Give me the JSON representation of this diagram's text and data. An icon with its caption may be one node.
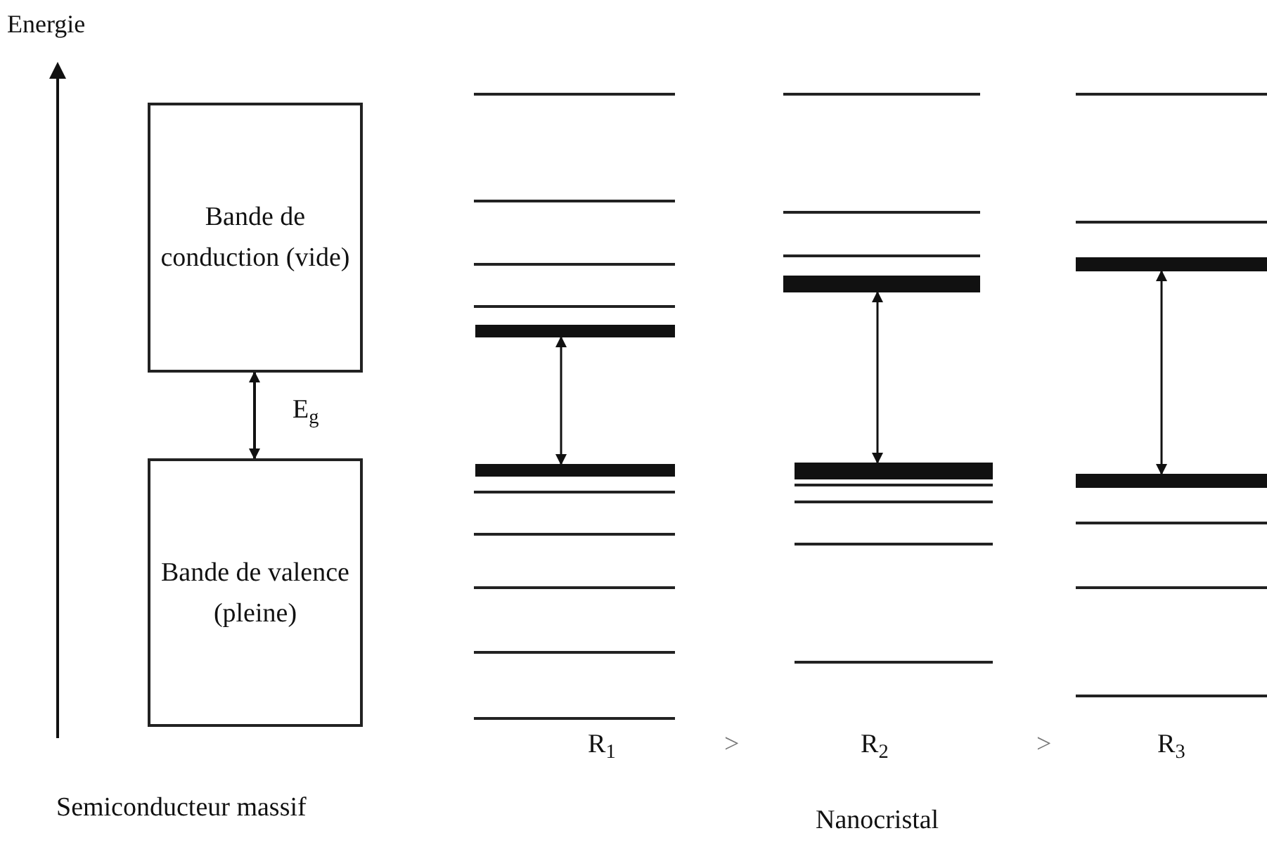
{
  "diagram": {
    "nodes": [
      {
        "text": [
          "Bande de conduction (vide)"
        ]
      },
      {
        "text": [
          "Bande de valence (pleine)"
        ]
      },
      {
        "text": [],
        "shape": "bar"
      },
      {
        "text": [],
        "shape": "bar"
      },
      {
        "text": [],
        "shape": "bar"
      },
      {
        "text": [],
        "shape": "bar"
      },
      {
        "text": [],
        "shape": "bar"
      },
      {
        "text": [],
        "shape": "bar"
      }
    ],
    "edges": [
      {
        "from": 0,
        "to": 1,
        "arrow": "both",
        "label": "E$_{g}$"
      },
      {
        "from": 2,
        "to": 3,
        "arrow": "both"
      },
      {
        "from": 4,
        "to": 5,
        "arrow": "both"
      },
      {
        "from": 6,
        "to": 7,
        "arrow": "both"
      }
    ],
    "labels": [
      "Energie",
      "R$_{1}$",
      ">",
      "R$_{2}$",
      ">",
      "R$_{3}$",
      "Semiconducteur massif",
      "Nanocristal"
    ]
  }
}
